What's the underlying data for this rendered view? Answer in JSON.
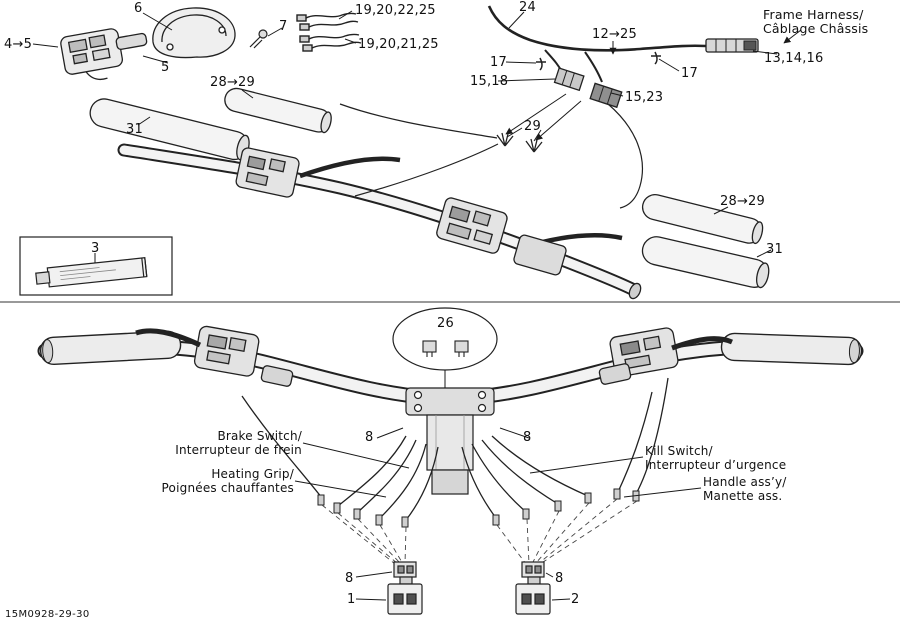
{
  "meta": {
    "drawing_code": "15M0928-29-30",
    "colors": {
      "line": "#1a1a1a",
      "background": "#ffffff"
    }
  },
  "top_section": {
    "callouts": {
      "item6": "6",
      "item4_5": "4→5",
      "item5": "5",
      "item7": "7",
      "wires_a": "19,20,22,25",
      "wires_b": "19,20,21,25",
      "item24": "24",
      "item12_25": "12→25",
      "item13_14_16": "13,14,16",
      "item17_left": "17",
      "item17_right": "17",
      "item15_18": "15,18",
      "item15_23": "15,23",
      "item28_29_left": "28→29",
      "item29": "29",
      "item31_left": "31",
      "item28_29_right": "28→29",
      "item31_right": "31",
      "item3": "3"
    },
    "frame_harness_label": {
      "en": "Frame Harness/",
      "fr": "Câblage Châssis"
    }
  },
  "bottom_section": {
    "callouts": {
      "item26": "26",
      "item8_top_left": "8",
      "item8_top_right": "8",
      "item8_bottom_left": "8",
      "item8_bottom_right": "8",
      "item1": "1",
      "item2": "2"
    },
    "labels": {
      "brake_switch": {
        "en": "Brake Switch/",
        "fr": "Interrupteur de frein"
      },
      "kill_switch": {
        "en": "Kill Switch/",
        "fr": "Interrupteur d’urgence"
      },
      "heating_grip": {
        "en": "Heating Grip/",
        "fr": "Poignées chauffantes"
      },
      "handle_assy": {
        "en": "Handle ass’y/",
        "fr": "Manette ass."
      }
    }
  }
}
